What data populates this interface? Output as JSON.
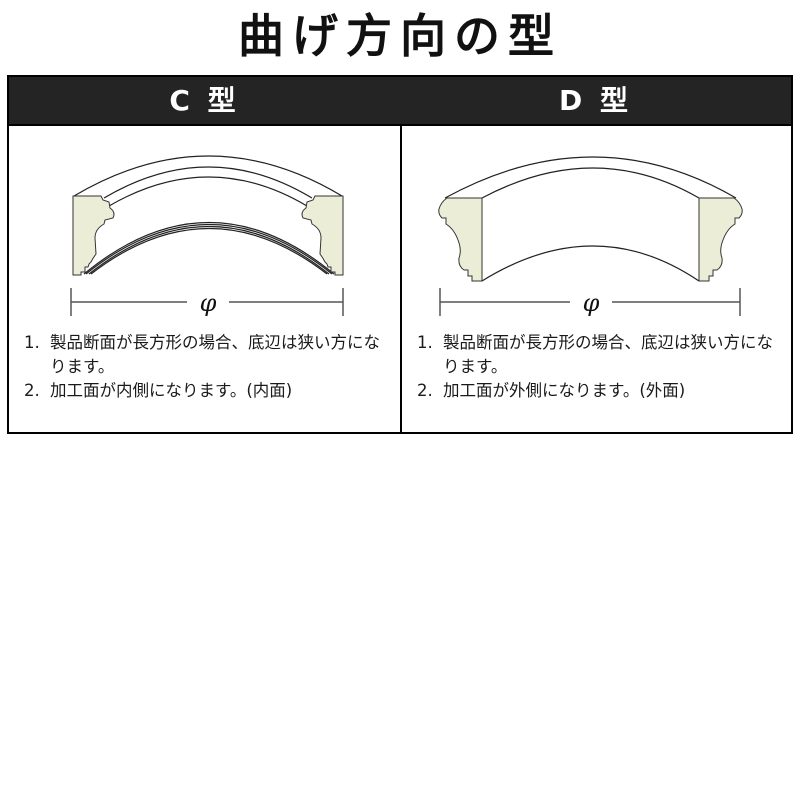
{
  "title": "曲げ方向の型",
  "columns": [
    {
      "header": "C 型",
      "dimension_symbol": "φ",
      "profile_fill": "#ECEDD6",
      "notes": [
        {
          "num": "1.",
          "text": "製品断面が長方形の場合、底辺は狭い方になります。"
        },
        {
          "num": "2.",
          "text": "加工面が内側になります。(内面)"
        }
      ]
    },
    {
      "header": "D 型",
      "dimension_symbol": "φ",
      "profile_fill": "#ECEDD6",
      "notes": [
        {
          "num": "1.",
          "text": "製品断面が長方形の場合、底辺は狭い方になります。"
        },
        {
          "num": "2.",
          "text": "加工面が外側になります。(外面)"
        }
      ]
    }
  ],
  "colors": {
    "header_bg": "#242424",
    "header_text": "#ffffff",
    "border": "#000000",
    "line": "#555555"
  }
}
